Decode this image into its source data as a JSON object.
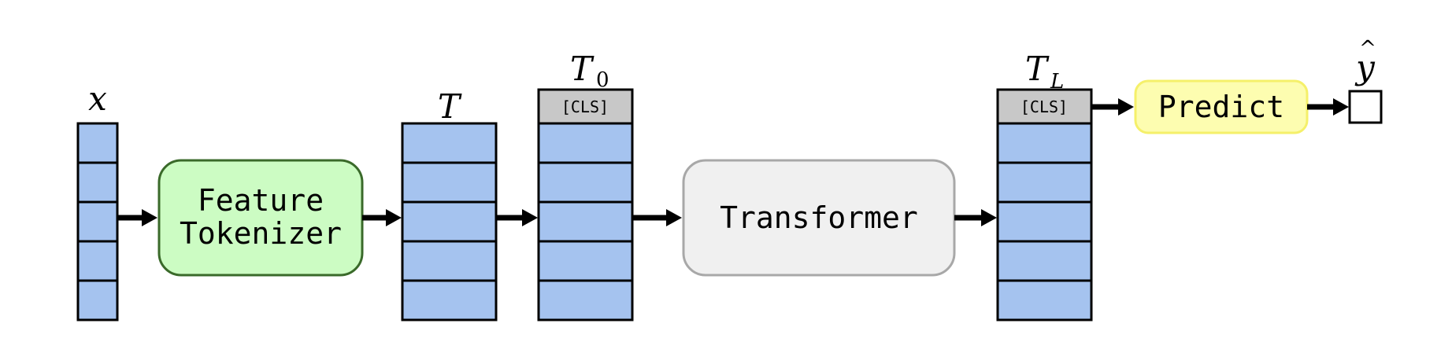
{
  "diagram": {
    "input_label": "x",
    "feature_tokenizer": {
      "line1": "Feature",
      "line2": "Tokenizer",
      "fill": "#ccfcc3",
      "stroke": "#3a6a2a"
    },
    "tokens_label": "T",
    "t0_label": {
      "base": "T",
      "sub": "0"
    },
    "cls_token": "[CLS]",
    "transformer": {
      "label": "Transformer",
      "fill": "#f0f0f0",
      "stroke": "#a8a8a8"
    },
    "tl_label": {
      "base": "T",
      "sub": "L"
    },
    "predict": {
      "label": "Predict",
      "fill": "#fdfdb0",
      "stroke": "#f5f06a"
    },
    "output_label": {
      "base": "y",
      "hat": "^"
    },
    "token_color": "#a5c3ef",
    "cls_color": "#c8c8c8"
  }
}
